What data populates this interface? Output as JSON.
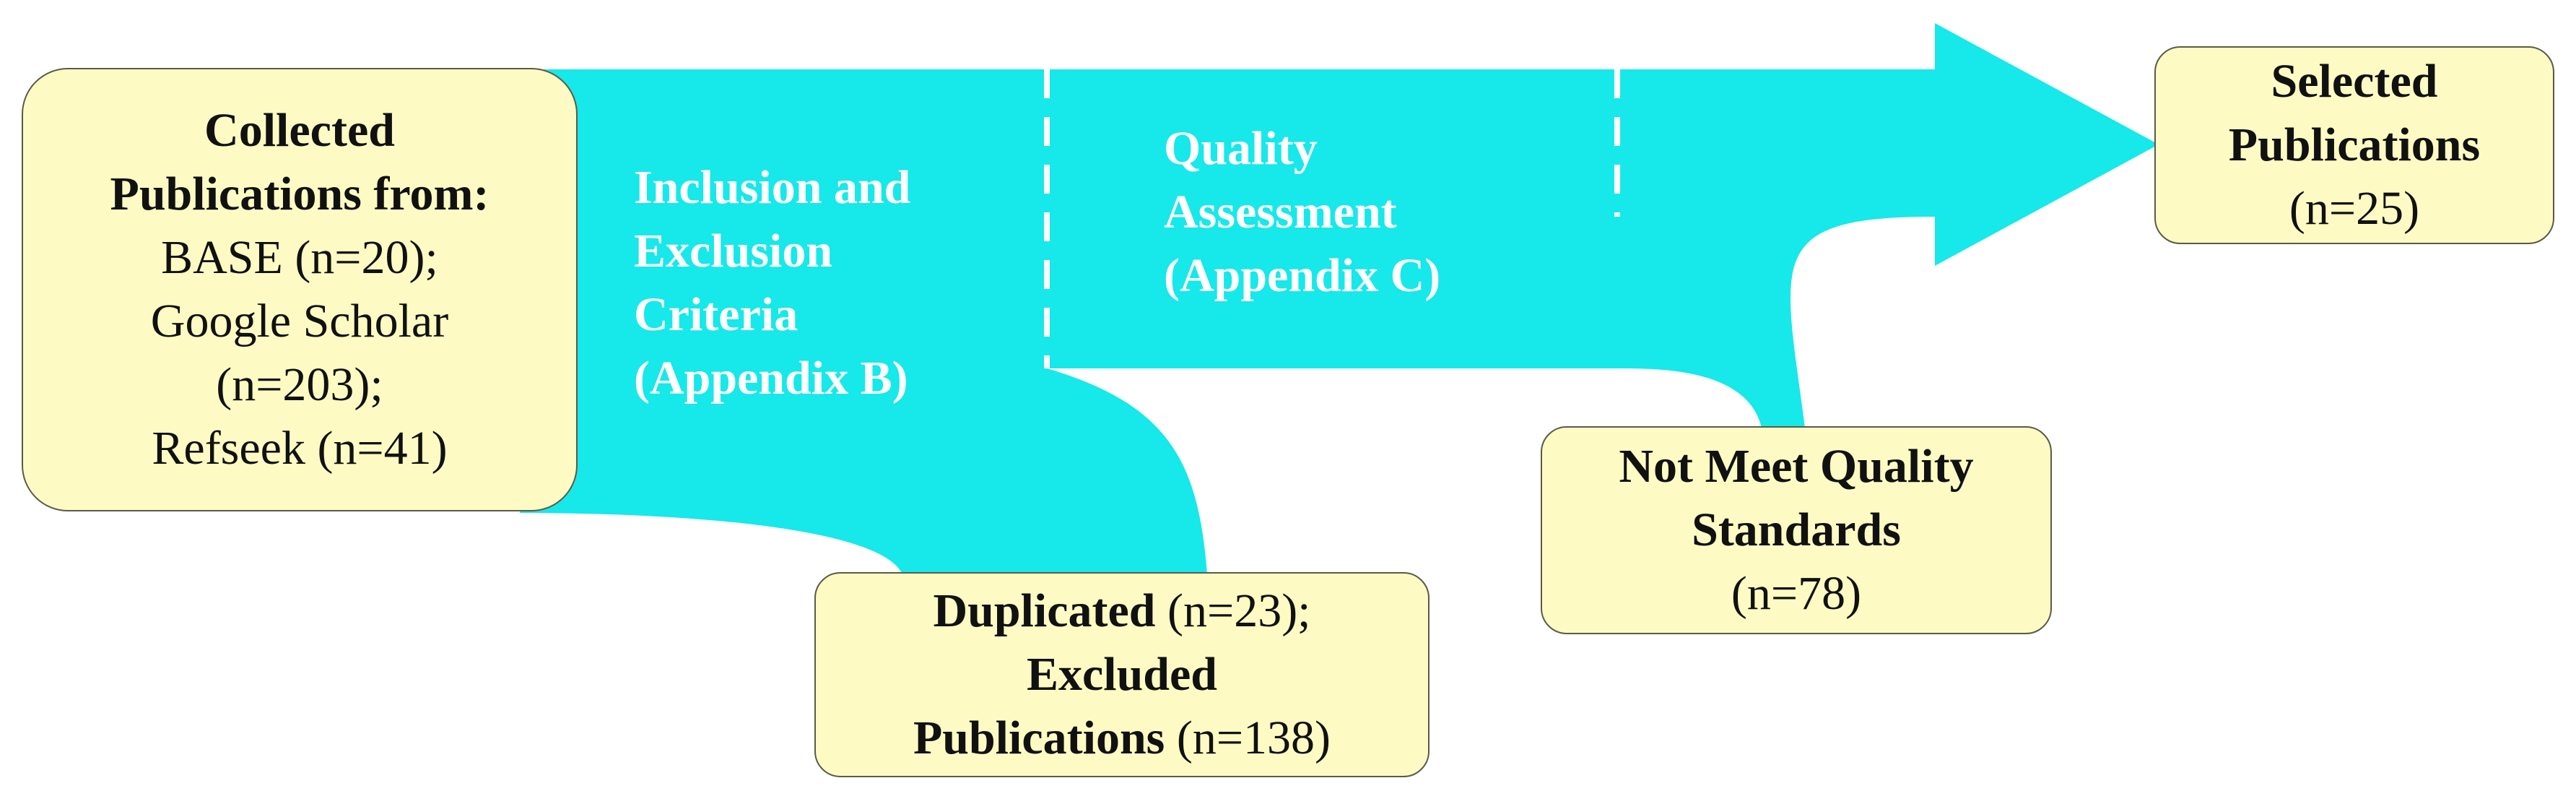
{
  "colors": {
    "flow": "#17e8ea",
    "box_fill": "#fdfbc3",
    "box_border": "#5a5a48",
    "stage_text": "#ffffff",
    "divider": "#ffffff"
  },
  "collected": {
    "title_lines": [
      "Collected",
      "Publications from:"
    ],
    "source_lines": [
      "BASE (n=20);",
      "Google Scholar",
      "(n=203);",
      "Refseek (n=41)"
    ]
  },
  "stage_inclusion": {
    "lines": [
      "Inclusion and",
      "Exclusion",
      "Criteria",
      "(Appendix B)"
    ]
  },
  "stage_quality": {
    "lines": [
      "Quality",
      "Assessment",
      "(Appendix C)"
    ]
  },
  "excluded": {
    "duplicated_label": "Duplicated",
    "duplicated_count": " (n=23);",
    "excluded_label": "Excluded",
    "publications_label": "Publications",
    "publications_count": " (n=138)"
  },
  "not_quality": {
    "title_lines": [
      "Not Meet Quality",
      "Standards"
    ],
    "count": "(n=78)"
  },
  "selected": {
    "title_lines": [
      "Selected",
      "Publications"
    ],
    "count": "(n=25)"
  }
}
